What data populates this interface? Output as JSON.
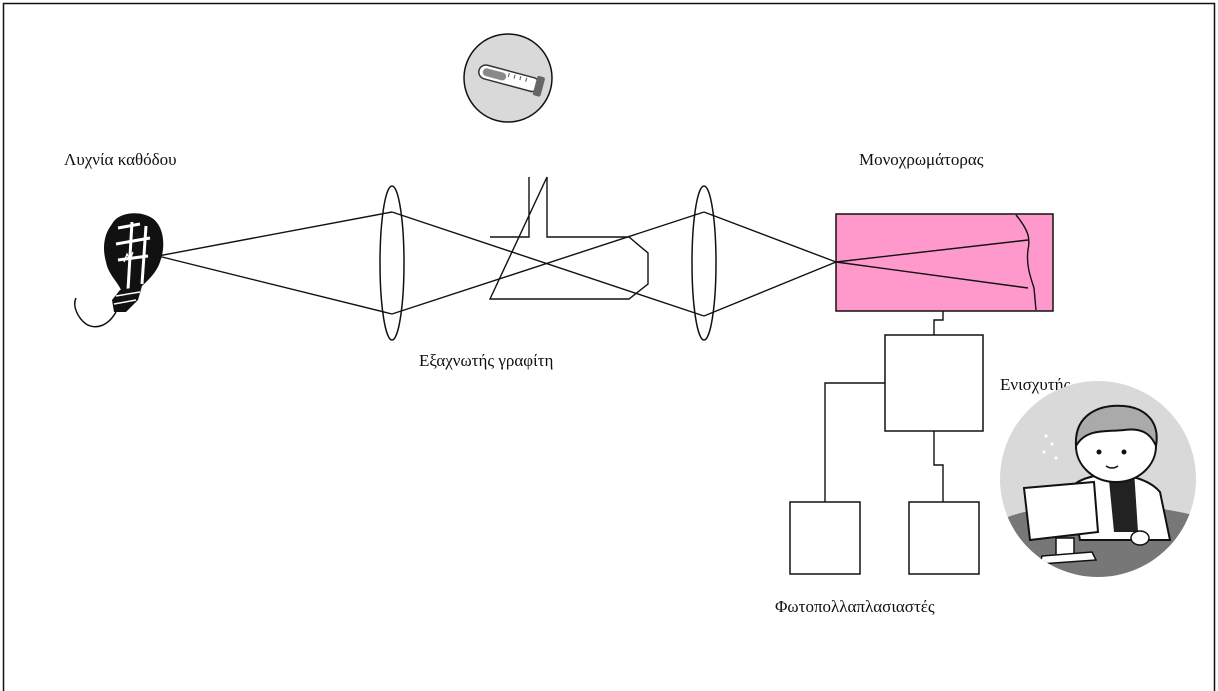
{
  "labels": {
    "cathode_lamp": "Λυχνία καθόδου",
    "graphite_atomizer": "Εξαχνωτής γραφίτη",
    "monochromator": "Μονοχρωμάτορας",
    "amplifier": "Ενισχυτής",
    "photomultipliers": "Φωτοπολλαπλασιαστές"
  },
  "colors": {
    "monochromator_fill": "#ff99cc",
    "icon_background": "#d9d9d9"
  },
  "icons": {
    "lamp": "light-bulb-icon",
    "sample": "test-tube-icon",
    "operator": "person-at-computer-icon"
  }
}
